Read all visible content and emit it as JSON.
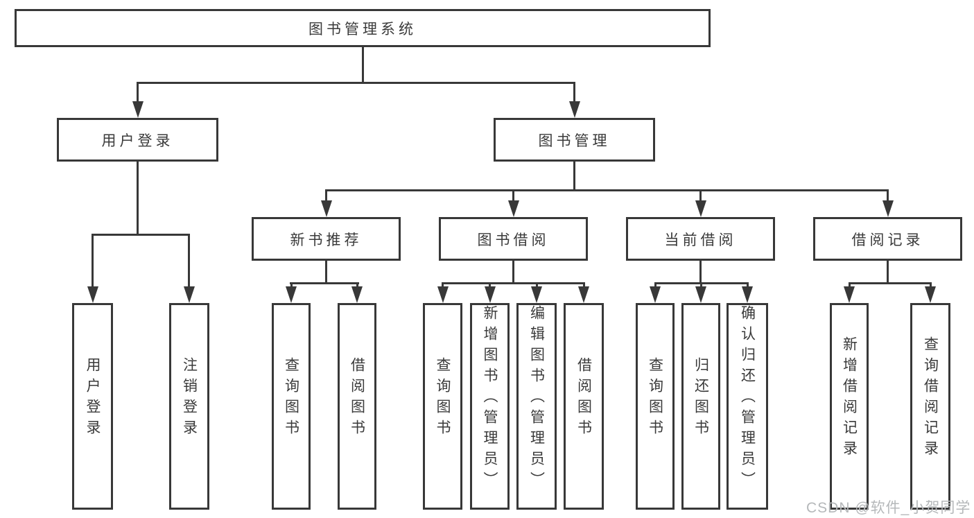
{
  "tree": {
    "label": "图书管理系统",
    "children": [
      {
        "label": "用户登录",
        "children": [
          {
            "label": "用户登录"
          },
          {
            "label": "注销登录"
          }
        ]
      },
      {
        "label": "图书管理",
        "children": [
          {
            "label": "新书推荐",
            "children": [
              {
                "label": "查询图书"
              },
              {
                "label": "借阅图书"
              }
            ]
          },
          {
            "label": "图书借阅",
            "children": [
              {
                "label": "查询图书"
              },
              {
                "label": "新增图书（管理员）"
              },
              {
                "label": "编辑图书（管理员）"
              },
              {
                "label": "借阅图书"
              }
            ]
          },
          {
            "label": "当前借阅",
            "children": [
              {
                "label": "查询图书"
              },
              {
                "label": "归还图书"
              },
              {
                "label": "确认归还（管理员）"
              }
            ]
          },
          {
            "label": "借阅记录",
            "children": [
              {
                "label": "新增借阅记录"
              },
              {
                "label": "查询借阅记录"
              }
            ]
          }
        ]
      }
    ]
  },
  "watermark": "CSDN @软件_小贺同学",
  "colors": {
    "line": "#383838",
    "text": "#3a3a3a",
    "watermark": "#b5b8ba",
    "background": "#ffffff"
  }
}
